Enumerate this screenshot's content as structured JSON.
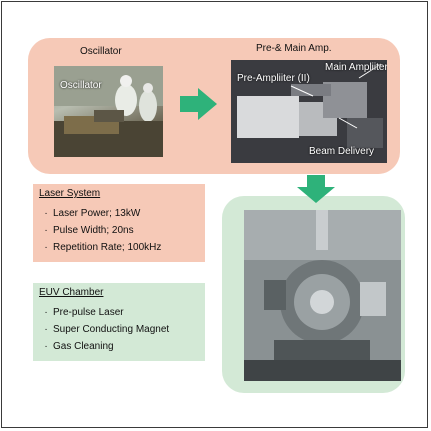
{
  "top": {
    "oscillator_caption": "Oscillator",
    "amp_caption": "Pre-& Main Amp.",
    "oscillator_photo_label": "Oscillator",
    "pre_amp_label": "Pre-Ampliiter (II)",
    "main_amp_label": "Main Ampliiter",
    "beam_delivery_label": "Beam Delivery"
  },
  "laser_system": {
    "title": "Laser System",
    "items": [
      "Laser Power; 13kW",
      "Pulse Width; 20ns",
      "Repetition Rate; 100kHz"
    ]
  },
  "euv_chamber": {
    "title": "EUV Chamber",
    "items": [
      "Pre-pulse Laser",
      "Super Conducting Magnet",
      "Gas Cleaning"
    ]
  },
  "colors": {
    "top_panel": "#f6c9b7",
    "bottom_panel": "#d3e9d6",
    "arrow": "#2eb27a",
    "border": "#3a3a3a"
  }
}
